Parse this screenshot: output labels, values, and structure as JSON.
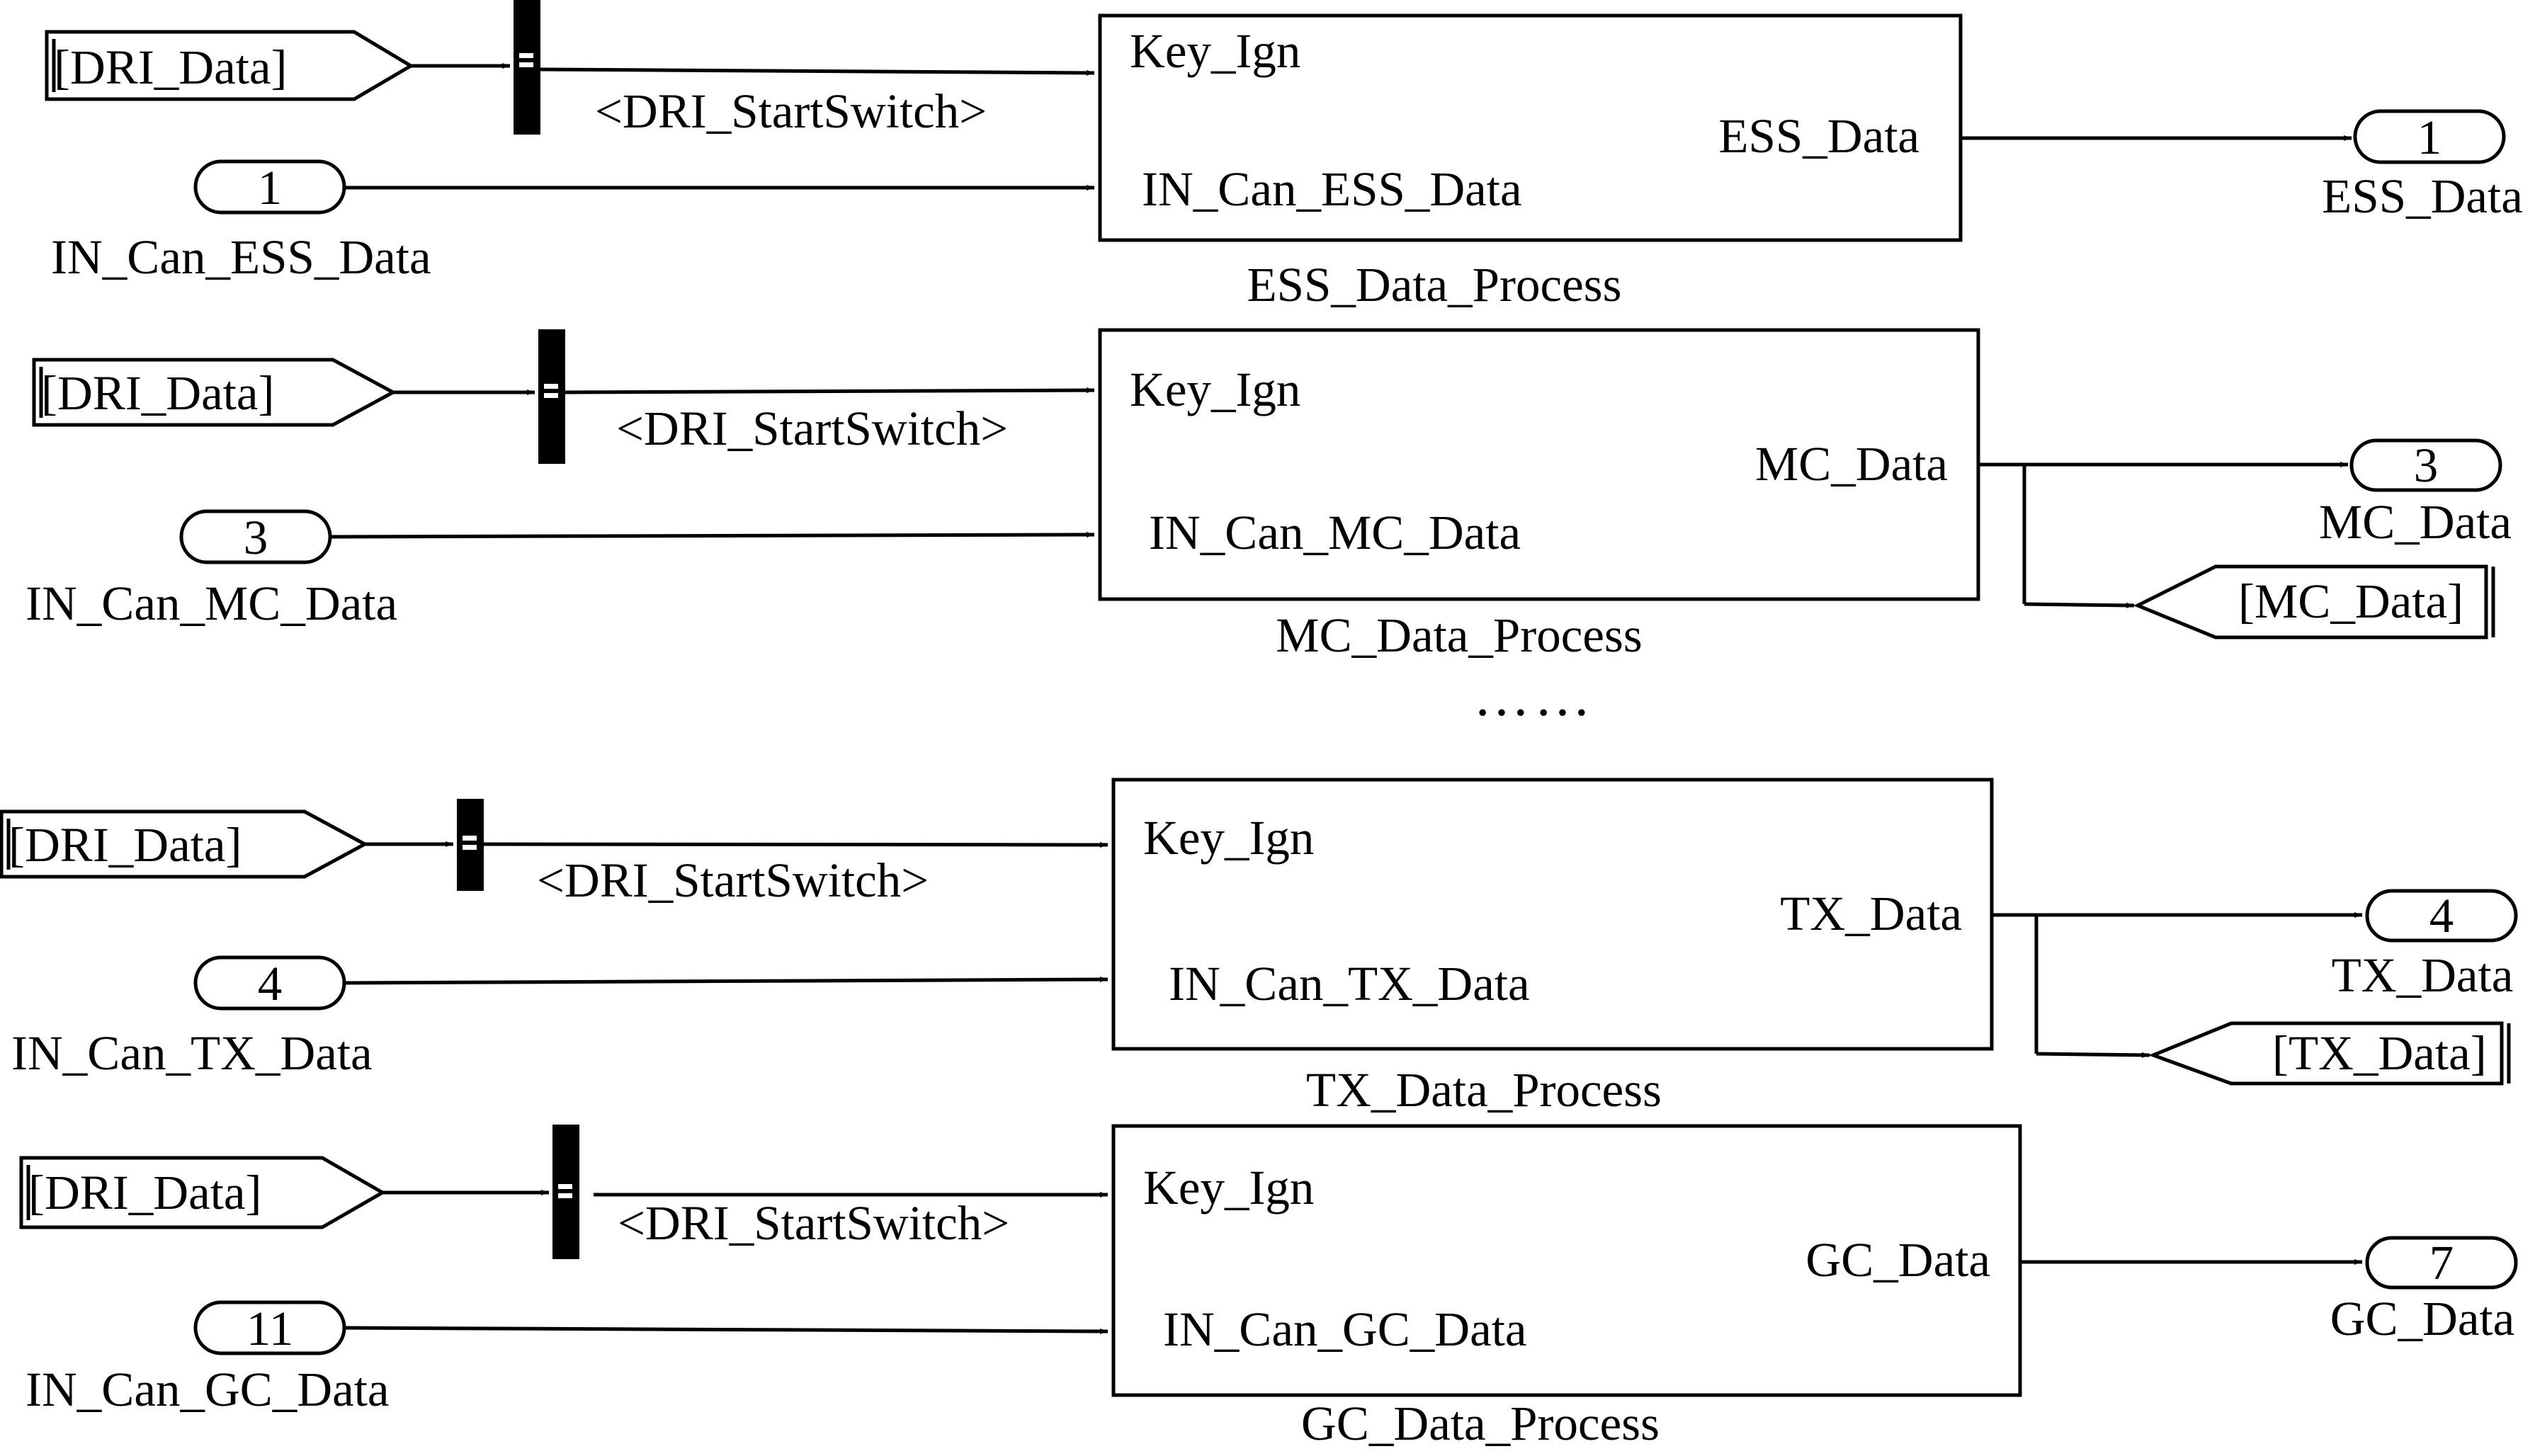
{
  "ellipsis": "……",
  "subsystems": [
    {
      "goto_tag": "[DRI_Data]",
      "bus_signal": "<DRI_StartSwitch>",
      "inport": {
        "number": "1",
        "name": "IN_Can_ESS_Data"
      },
      "block": {
        "name": "ESS_Data_Process",
        "in_port_1": "Key_Ign",
        "in_port_2": "IN_Can_ESS_Data",
        "out_port": "ESS_Data"
      },
      "outport": {
        "number": "1",
        "name": "ESS_Data"
      },
      "goto_out": null
    },
    {
      "goto_tag": "[DRI_Data]",
      "bus_signal": "<DRI_StartSwitch>",
      "inport": {
        "number": "3",
        "name": "IN_Can_MC_Data"
      },
      "block": {
        "name": "MC_Data_Process",
        "in_port_1": "Key_Ign",
        "in_port_2": "IN_Can_MC_Data",
        "out_port": "MC_Data"
      },
      "outport": {
        "number": "3",
        "name": "MC_Data"
      },
      "goto_out": "[MC_Data]"
    },
    {
      "goto_tag": "[DRI_Data]",
      "bus_signal": "<DRI_StartSwitch>",
      "inport": {
        "number": "4",
        "name": "IN_Can_TX_Data"
      },
      "block": {
        "name": "TX_Data_Process",
        "in_port_1": "Key_Ign",
        "in_port_2": "IN_Can_TX_Data",
        "out_port": "TX_Data"
      },
      "outport": {
        "number": "4",
        "name": "TX_Data"
      },
      "goto_out": "[TX_Data]"
    },
    {
      "goto_tag": "[DRI_Data]",
      "bus_signal": "<DRI_StartSwitch>",
      "inport": {
        "number": "11",
        "name": "IN_Can_GC_Data"
      },
      "block": {
        "name": "GC_Data_Process",
        "in_port_1": "Key_Ign",
        "in_port_2": "IN_Can_GC_Data",
        "out_port": "GC_Data"
      },
      "outport": {
        "number": "7",
        "name": "GC_Data"
      },
      "goto_out": null
    }
  ]
}
